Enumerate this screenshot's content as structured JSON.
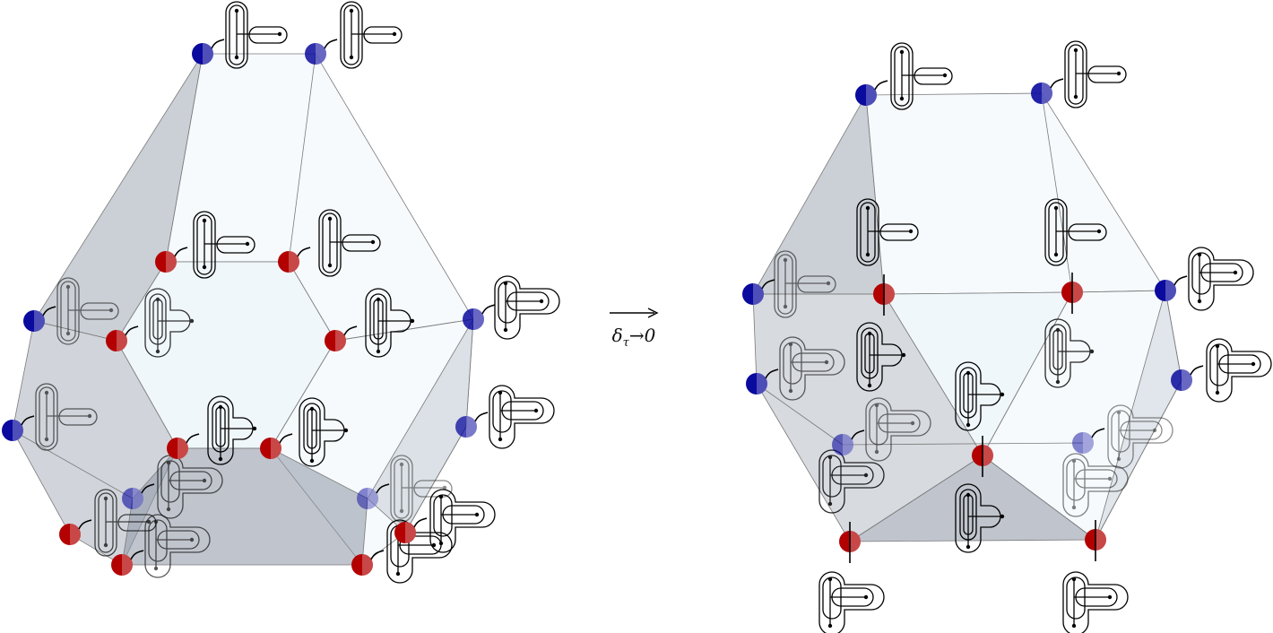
{
  "arrow": {
    "delta": "δ",
    "subscript": "τ",
    "limit": "→0"
  },
  "colors": {
    "red_vertex": "#b30000",
    "blue_vertex": "#0a0a9e",
    "face_gray": "#8c96a4",
    "face_light": "#eef6fb",
    "edge": "#7a7a7a",
    "glyph": "#000000"
  }
}
